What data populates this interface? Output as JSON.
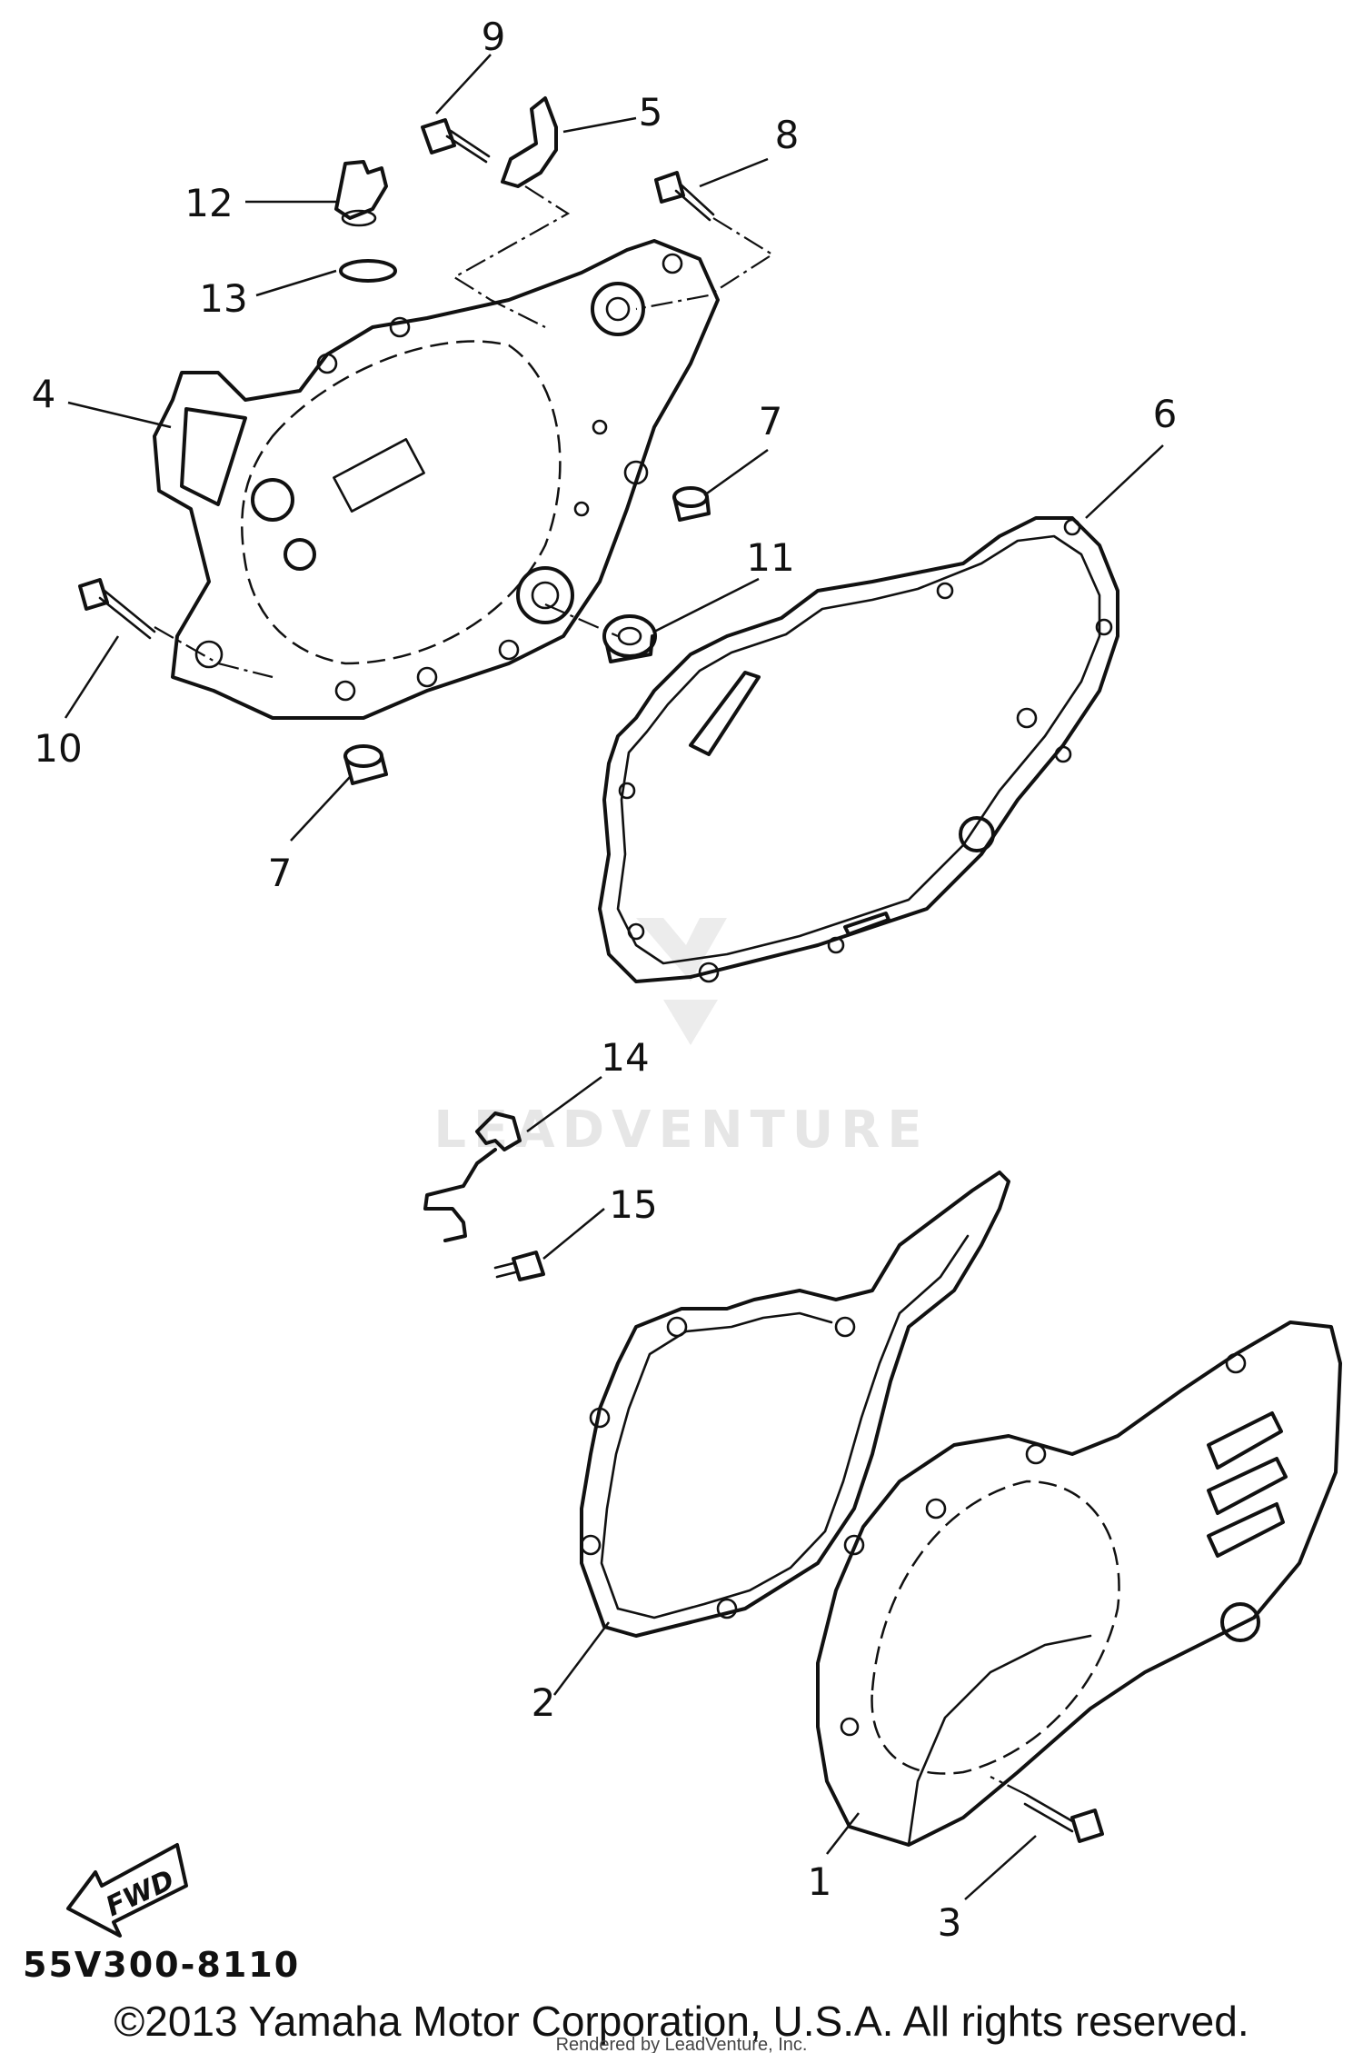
{
  "diagram": {
    "callouts": [
      {
        "id": "c1",
        "label": "1"
      },
      {
        "id": "c2",
        "label": "2"
      },
      {
        "id": "c3",
        "label": "3"
      },
      {
        "id": "c4",
        "label": "4"
      },
      {
        "id": "c5",
        "label": "5"
      },
      {
        "id": "c6",
        "label": "6"
      },
      {
        "id": "c7a",
        "label": "7"
      },
      {
        "id": "c7b",
        "label": "7"
      },
      {
        "id": "c8",
        "label": "8"
      },
      {
        "id": "c9",
        "label": "9"
      },
      {
        "id": "c10",
        "label": "10"
      },
      {
        "id": "c11",
        "label": "11"
      },
      {
        "id": "c12",
        "label": "12"
      },
      {
        "id": "c13",
        "label": "13"
      },
      {
        "id": "c14",
        "label": "14"
      },
      {
        "id": "c15",
        "label": "15"
      }
    ],
    "fwd_label": "FWD",
    "drawing_code": "55V300-8110"
  },
  "watermark": {
    "text": "LEADVENTURE"
  },
  "footer": {
    "copyright": "©2013 Yamaha Motor Corporation, U.S.A. All rights reserved.",
    "rendered_by": "Rendered by LeadVenture, Inc."
  }
}
